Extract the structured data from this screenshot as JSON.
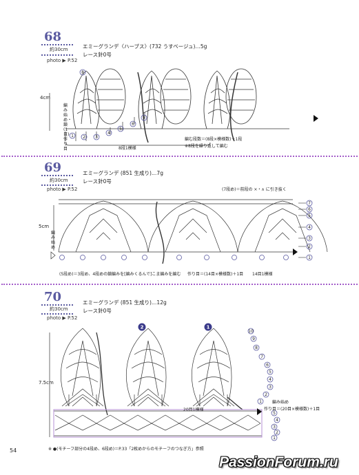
{
  "patterns": [
    {
      "number": "68",
      "length": "約30cm",
      "photo": "photo ▶ P.52",
      "yarn": "エミーグランデ〈ハーブス〉(732 うすベージュ)…5g",
      "needle": "レース針0号",
      "height": "4cm",
      "start_note": "編み始め・鎖(1目)作り目",
      "repeat_label": "8段1模様",
      "rows_note": "編む段数＝(8段×模様数)＋1段",
      "repeat_note": "※8段を繰り返して編む",
      "row_markers": [
        "1",
        "2",
        "3",
        "4",
        "5",
        "6",
        "7",
        "8"
      ]
    },
    {
      "number": "69",
      "length": "約30cm",
      "photo": "photo ▶ P.52",
      "yarn": "エミーグランデ (851 生成り)…7g",
      "needle": "レース針0号",
      "height": "5cm",
      "start_note": "編み始め",
      "row7_note": "(7段め)＝前段の ×・∧ に引き抜く",
      "row5_note": "(5段め)＝3段め、4段めの鎖編みを[編みくるんで]こま編みを編む",
      "stitch_count": "作り目＝(14目×模様数)＋1目",
      "repeat_label": "14目1模様",
      "row_markers": [
        "7",
        "6",
        "5",
        "4",
        "3",
        "2",
        "1"
      ]
    },
    {
      "number": "70",
      "length": "約30cm",
      "photo": "photo ▶ P.52",
      "yarn": "エミーグランデ (851 生成り)…12g",
      "needle": "レース針0号",
      "height": "7.5cm",
      "motif_numbers": [
        "2",
        "1"
      ],
      "start_note": "編み始め",
      "stitch_count": "作り目＝(20目×模様数)＋1目",
      "repeat_label": "20目1模様",
      "footnote": "※ ●(モチーフ部分の4段め、6段め)＝P.33「2枚めからのモチーフのつなぎ方」参照",
      "row_markers": [
        "10",
        "9",
        "8",
        "7",
        "6",
        "5",
        "4",
        "3",
        "2",
        "1"
      ],
      "band_markers": [
        "5",
        "4",
        "3",
        "2",
        "1"
      ]
    }
  ],
  "page_number": "54",
  "watermark": "PassionForum.ru"
}
